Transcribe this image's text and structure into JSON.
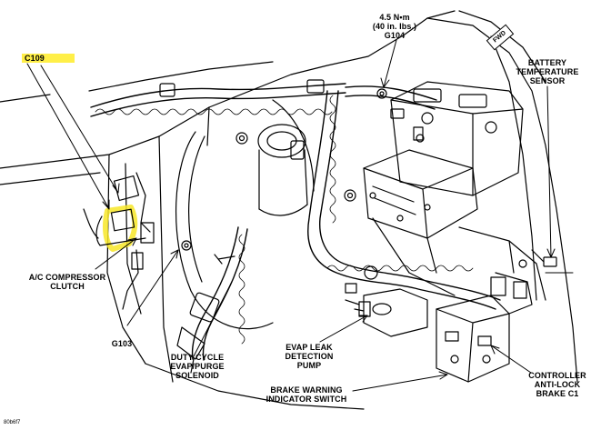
{
  "labels": {
    "torque_line1": "4.5 N•m",
    "torque_line2": "(40 in. lbs.)",
    "ground_g104": "G104",
    "connector_c109": "C109",
    "battery_temp_line1": "BATTERY",
    "battery_temp_line2": "TEMPERATURE",
    "battery_temp_line3": "SENSOR",
    "ac_line1": "A/C COMPRESSOR",
    "ac_line2": "CLUTCH",
    "ground_g103": "G103",
    "duty_line1": "DUTY CYCLE",
    "duty_line2": "EVAP/PURGE",
    "duty_line3": "SOLENOID",
    "evap_line1": "EVAP LEAK",
    "evap_line2": "DETECTION",
    "evap_line3": "PUMP",
    "brake_line1": "BRAKE WARNING",
    "brake_line2": "INDICATOR SWITCH",
    "ctrl_line1": "CONTROLLER",
    "ctrl_line2": "ANTI-LOCK",
    "ctrl_line3": "BRAKE C1",
    "direction": "FWD",
    "figure_id": "80b6f7"
  },
  "colors": {
    "highlight": "#f7e628",
    "line": "#000000"
  }
}
